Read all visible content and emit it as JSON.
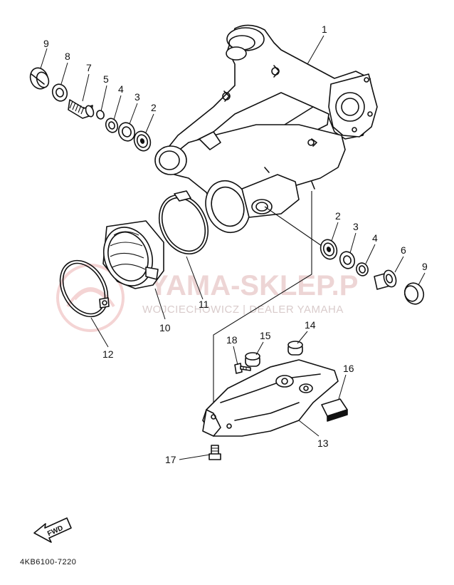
{
  "diagram": {
    "part_code": "4KB6100-7220",
    "forward_label": "FWD",
    "watermark": {
      "main": "YAMA-SKLEP.P",
      "sub": "WOJCIECHOWICZ | DEALER YAMAHA"
    },
    "callouts": [
      {
        "id": "c1",
        "text": "1"
      },
      {
        "id": "c2a",
        "text": "2"
      },
      {
        "id": "c3a",
        "text": "3"
      },
      {
        "id": "c4a",
        "text": "4"
      },
      {
        "id": "c5",
        "text": "5"
      },
      {
        "id": "c7",
        "text": "7"
      },
      {
        "id": "c8",
        "text": "8"
      },
      {
        "id": "c9a",
        "text": "9"
      },
      {
        "id": "c2b",
        "text": "2"
      },
      {
        "id": "c3b",
        "text": "3"
      },
      {
        "id": "c4b",
        "text": "4"
      },
      {
        "id": "c6",
        "text": "6"
      },
      {
        "id": "c9b",
        "text": "9"
      },
      {
        "id": "c10",
        "text": "10"
      },
      {
        "id": "c11",
        "text": "11"
      },
      {
        "id": "c12",
        "text": "12"
      },
      {
        "id": "c13",
        "text": "13"
      },
      {
        "id": "c14",
        "text": "14"
      },
      {
        "id": "c15",
        "text": "15"
      },
      {
        "id": "c16",
        "text": "16"
      },
      {
        "id": "c17",
        "text": "17"
      },
      {
        "id": "c18",
        "text": "18"
      }
    ]
  }
}
